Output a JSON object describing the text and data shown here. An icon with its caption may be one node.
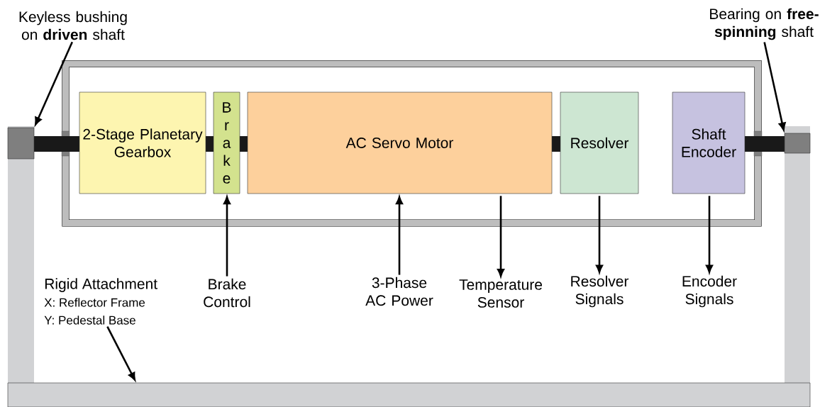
{
  "diagram": {
    "nodes": [
      {
        "text": [
          "Keyless bushing on **driven** shaft"
        ]
      },
      {
        "text": [
          "Bearing on **free-spinning** shaft"
        ]
      },
      {
        "text": [],
        "shape": "box"
      },
      {
        "text": [
          "2-Stage Planetary Gearbox"
        ],
        "in": 2
      },
      {
        "text": [
          "B r a k e"
        ],
        "in": 2
      },
      {
        "text": [
          "AC Servo Motor"
        ],
        "in": 2
      },
      {
        "text": [
          "Resolver"
        ],
        "in": 2
      },
      {
        "text": [
          "Shaft Encoder"
        ],
        "in": 2
      },
      {
        "text": [],
        "shape": "box"
      },
      {
        "text": [],
        "shape": "box"
      },
      {
        "text": [
          "Rigid Attachment",
          "X: Reflector Frame",
          "Y: Pedestal Base"
        ]
      },
      {
        "text": [
          "Brake Control"
        ]
      },
      {
        "text": [
          "3-Phase AC Power"
        ]
      },
      {
        "text": [
          "Temperature Sensor"
        ]
      },
      {
        "text": [
          "Resolver Signals"
        ]
      },
      {
        "text": [
          "Encoder Signals"
        ]
      },
      {
        "text": [],
        "shape": "bar"
      }
    ],
    "edges": [
      {
        "from": 0,
        "to": 8,
        "arrow": "to"
      },
      {
        "from": 1,
        "to": 9,
        "arrow": "to"
      },
      {
        "from": 11,
        "to": 4,
        "arrow": "to"
      },
      {
        "from": 12,
        "to": 5,
        "arrow": "to"
      },
      {
        "from": 5,
        "to": 13,
        "arrow": "to"
      },
      {
        "from": 6,
        "to": 14,
        "arrow": "to"
      },
      {
        "from": 7,
        "to": 15,
        "arrow": "to"
      },
      {
        "from": 10,
        "to": 16,
        "arrow": "to"
      }
    ]
  }
}
